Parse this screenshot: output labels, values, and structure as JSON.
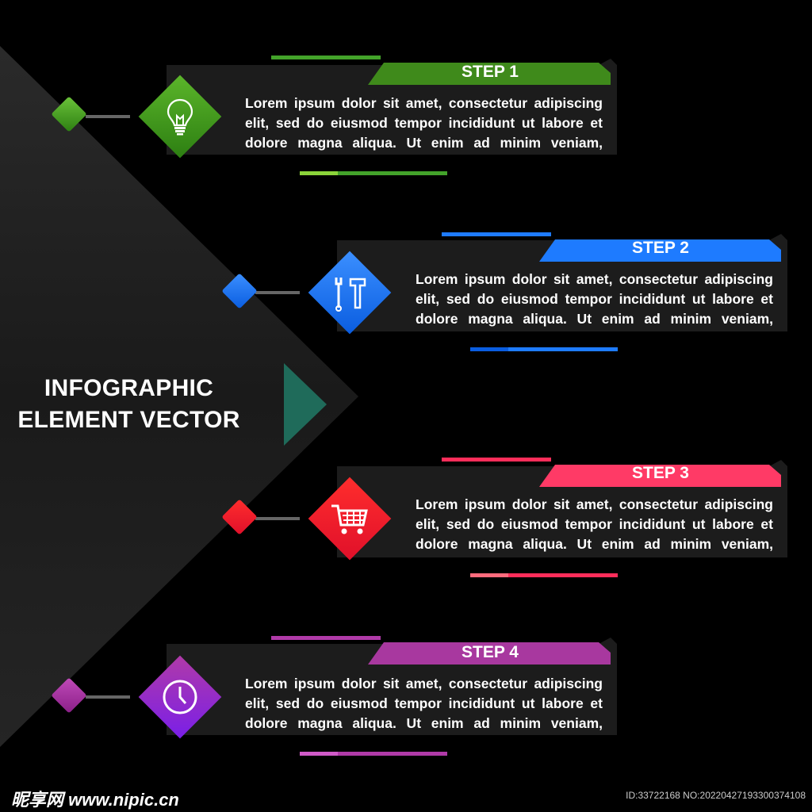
{
  "title": {
    "line1": "INFOGRAPHIC",
    "line2": "ELEMENT VECTOR"
  },
  "steps": [
    {
      "label": "STEP 1",
      "icon": "lightbulb-icon",
      "color": "#4a9a1e",
      "color2": "#2e7d13",
      "text": [
        "Lorem ipsum dolor sit amet, consectetur adipiscing",
        "elit, sed do eiusmod tempor incididunt ut labore et",
        "dolore magna aliqua. Ut enim ad minim veniam,"
      ]
    },
    {
      "label": "STEP 2",
      "icon": "wrench-hammer-icon",
      "color": "#1e7bff",
      "color2": "#0a5de0",
      "text": [
        "Lorem ipsum dolor sit amet, consectetur adipiscing",
        "elit, sed do eiusmod tempor incididunt ut labore et",
        "dolore magna aliqua. Ut enim ad minim veniam,"
      ]
    },
    {
      "label": "STEP 3",
      "icon": "shopping-cart-icon",
      "color": "#ff2d5a",
      "color2": "#e0102a",
      "text": [
        "Lorem ipsum dolor sit amet, consectetur adipiscing",
        "elit, sed do eiusmod tempor incididunt ut labore et",
        "dolore magna aliqua. Ut enim ad minim veniam,"
      ]
    },
    {
      "label": "STEP 4",
      "icon": "clock-icon",
      "color": "#b03aa8",
      "color2": "#8a1fd8",
      "text": [
        "Lorem ipsum dolor sit amet, consectetur adipiscing",
        "elit, sed do eiusmod tempor incididunt ut labore et",
        "dolore magna aliqua. Ut enim ad minim veniam,"
      ]
    }
  ],
  "watermark": {
    "left": "昵享网 www.nipic.cn",
    "right": "ID:33722168 NO:20220427193300374108"
  },
  "colors": {
    "background": "#000000",
    "panel": "#1c1c1c",
    "arrow_accent": "#1f6b5a"
  }
}
